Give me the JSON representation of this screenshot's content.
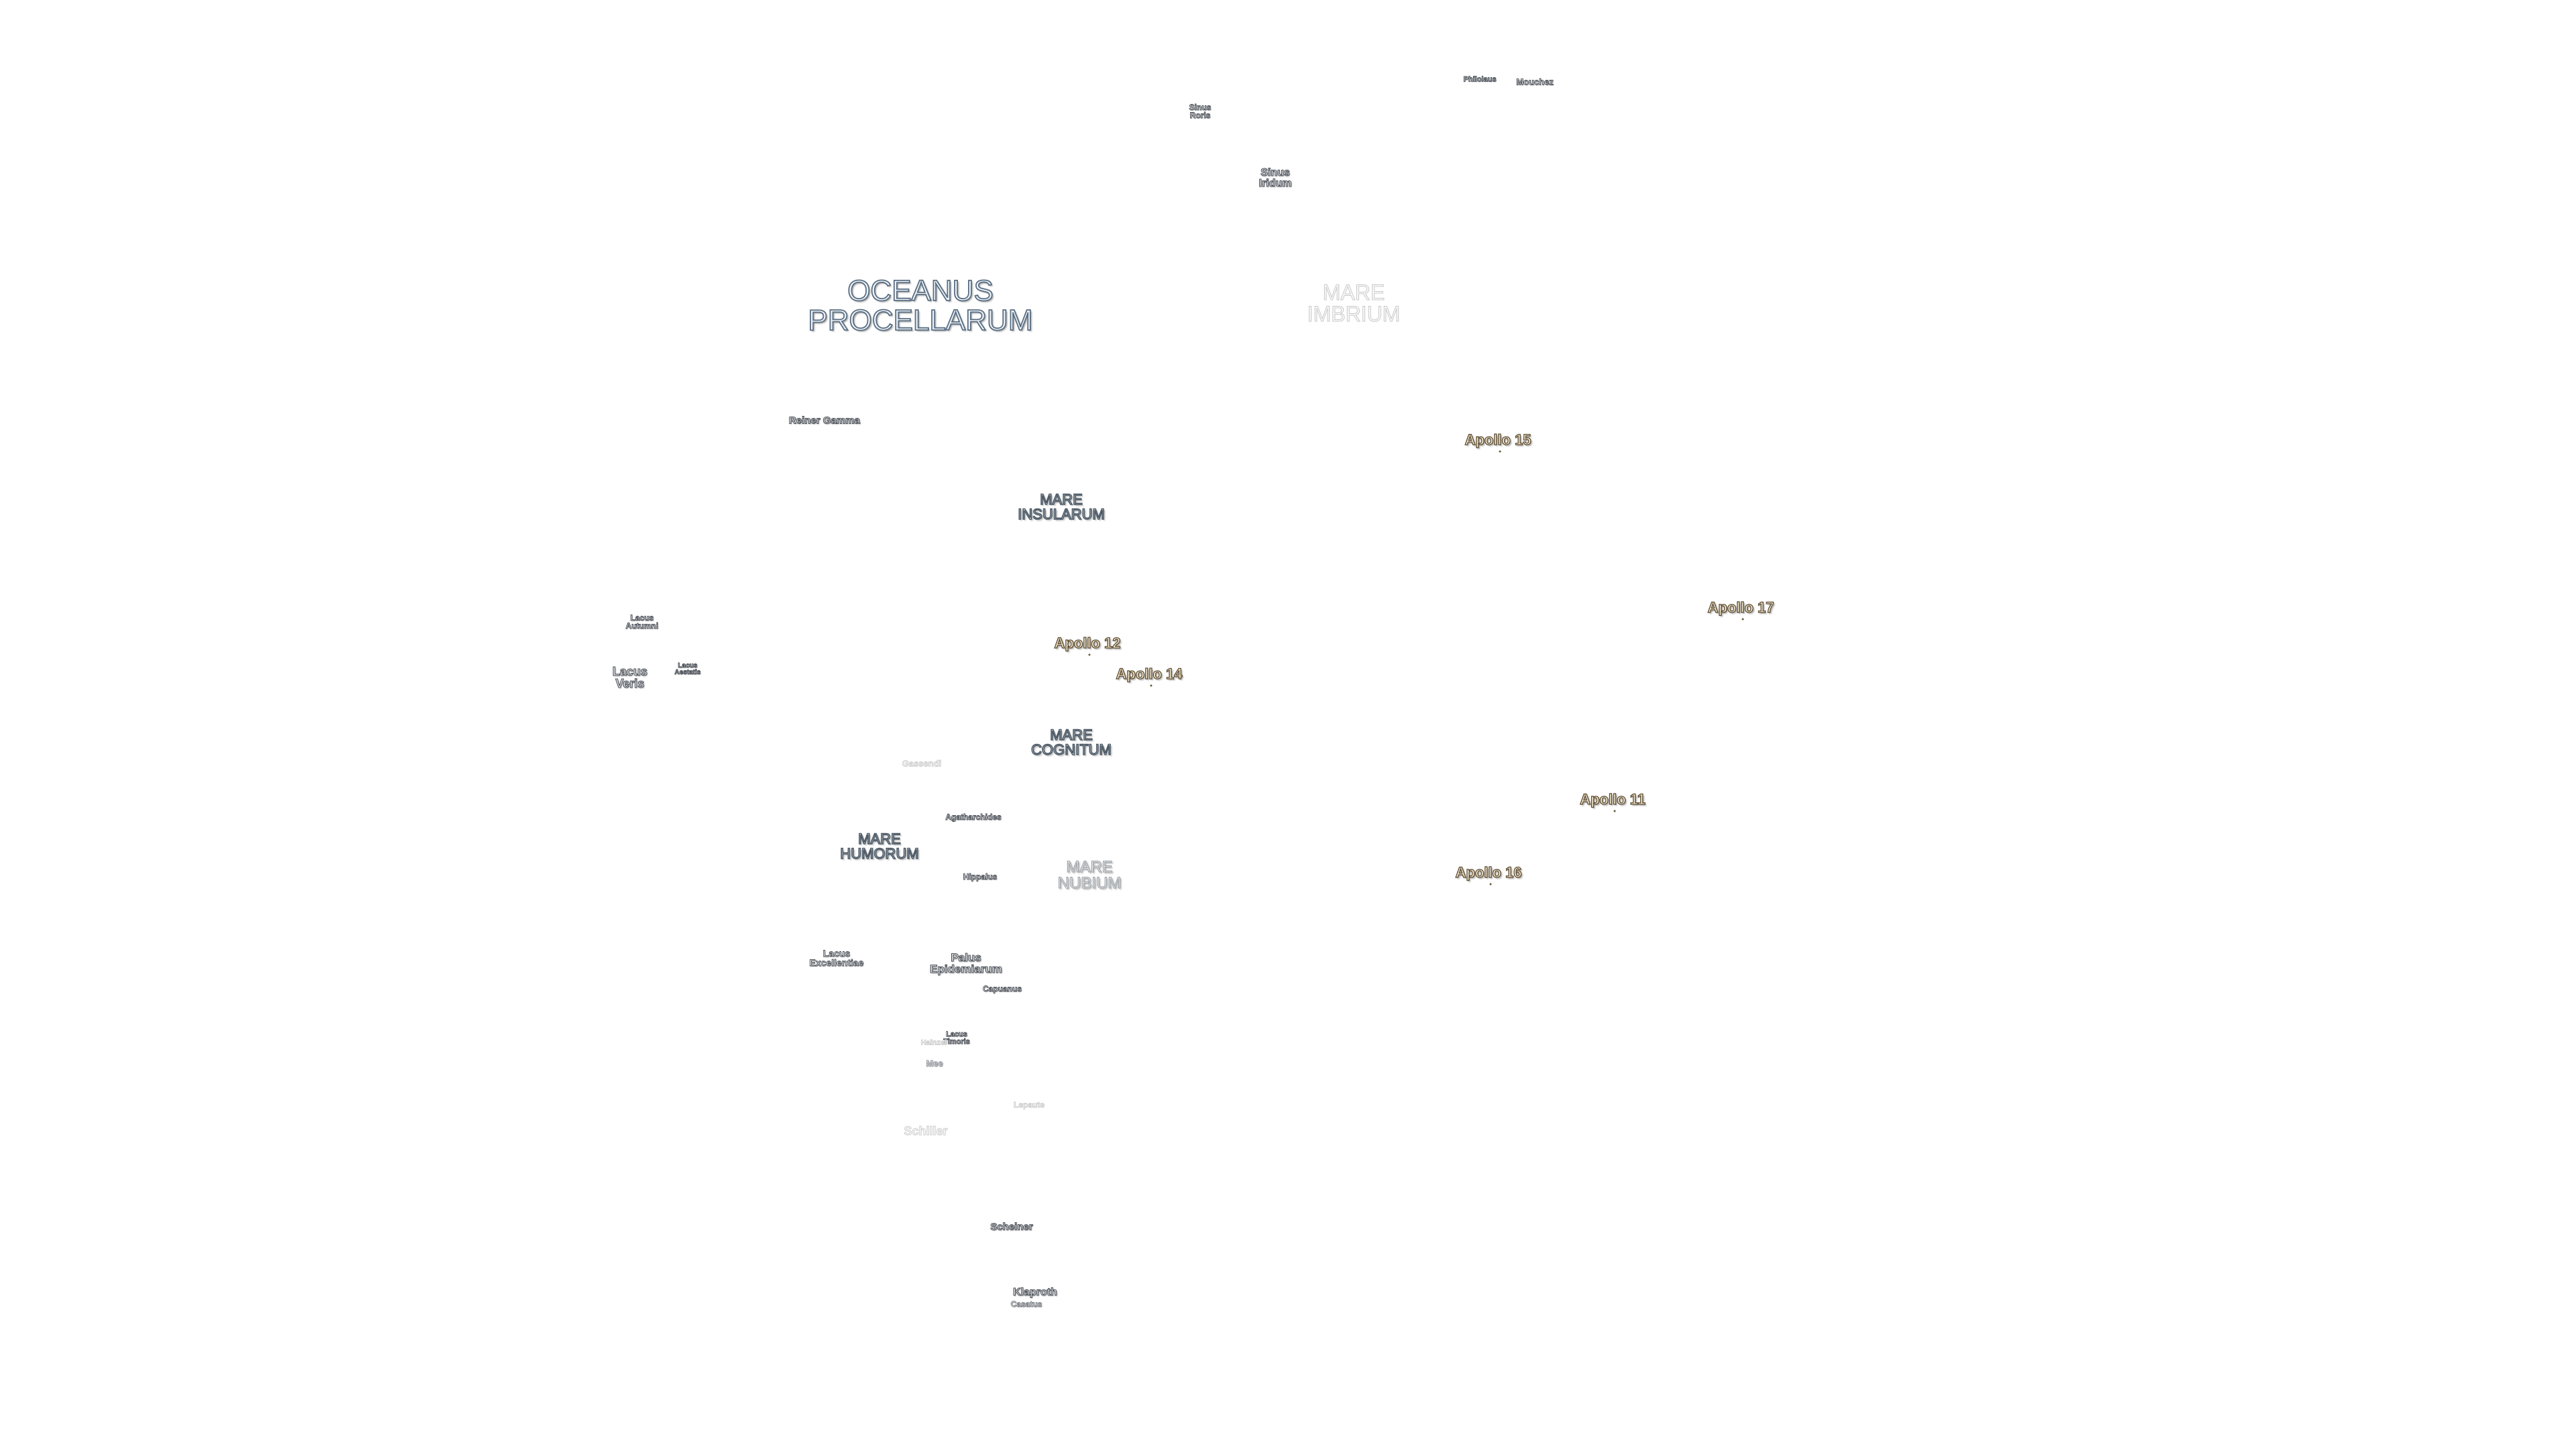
{
  "map": {
    "maria": {
      "oceanus_procellarum": "OCEANUS\nPROCELLARUM",
      "mare_imbrium": "MARE\nIMBRIUM",
      "mare_insularum": "MARE\nINSULARUM",
      "mare_cognitum": "MARE\nCOGNITUM",
      "mare_humorum": "MARE\nHUMORUM",
      "mare_nubium": "MARE\nNUBIUM"
    },
    "sinus": {
      "sinus_roris": "Sinus\nRoris",
      "sinus_iridum": "Sinus\nIridum"
    },
    "lacus": {
      "lacus_autumni": "Lacus\nAutumni",
      "lacus_veris": "Lacus\nVeris",
      "lacus_aestatis": "Lacus\nAestatis",
      "lacus_excellentiae": "Lacus\nExcellentiae",
      "lacus_timoris": "Lacus\nTimoris",
      "palus_epidemiarum": "Palus\nEpidemiarum"
    },
    "craters": {
      "philolaus": "Philolaus",
      "mouchez": "Mouchez",
      "reiner_gamma": "Reiner Gamma",
      "gassendi": "Gassendi",
      "agatharchides": "Agatharchides",
      "hippalus": "Hippalus",
      "capuanus": "Capuanus",
      "hainzel": "Hainzel",
      "mee": "Mee",
      "lepaute": "Lepaute",
      "schiller": "Schiller",
      "scheiner": "Scheiner",
      "klaproth": "Klaproth",
      "casatus": "Casatus"
    },
    "apollo_sites": {
      "apollo_11": "Apollo 11",
      "apollo_12": "Apollo 12",
      "apollo_14": "Apollo 14",
      "apollo_15": "Apollo 15",
      "apollo_16": "Apollo 16",
      "apollo_17": "Apollo 17"
    },
    "colors": {
      "background": "#ffffff",
      "mare_outline": "#4d5a66",
      "apollo_fill": "#f6ead0",
      "apollo_outline": "#5a4a30"
    }
  }
}
